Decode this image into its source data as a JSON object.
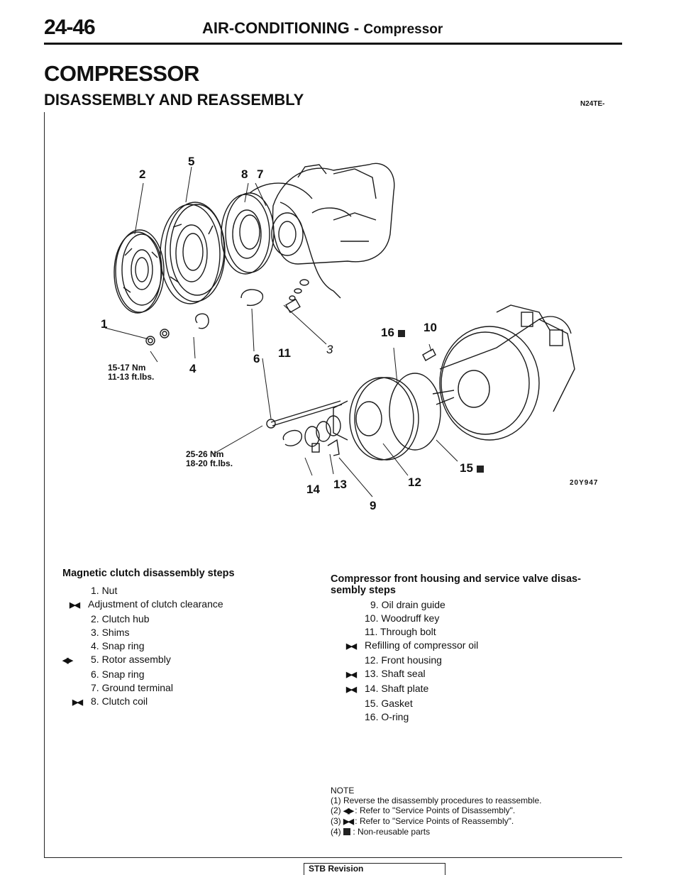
{
  "header": {
    "page_number": "24-46",
    "section": "AIR-CONDITIONING",
    "separator": "-",
    "subsection": "Compressor"
  },
  "title": "COMPRESSOR",
  "subtitle": "DISASSEMBLY AND REASSEMBLY",
  "code": "N24TE-",
  "figure": {
    "code": "20Y947",
    "callouts": {
      "c1": "1",
      "c2": "2",
      "c3": "3",
      "c4": "4",
      "c5": "5",
      "c6": "6",
      "c7": "7",
      "c8": "8",
      "c9": "9",
      "c10": "10",
      "c11": "11",
      "c12": "12",
      "c13": "13",
      "c14": "14",
      "c15": "15",
      "c16": "16"
    },
    "torque1": {
      "nm": "15-17 Nm",
      "ftlbs": "11-13 ft.lbs."
    },
    "torque2": {
      "nm": "25-26 Nm",
      "ftlbs": "18-20 ft.lbs."
    }
  },
  "magnetic": {
    "heading": "Magnetic clutch disassembly steps",
    "steps": [
      {
        "mark": "",
        "text": "1. Nut"
      },
      {
        "mark": "▶◀",
        "text": "Adjustment of clutch clearance"
      },
      {
        "mark": "",
        "text": "2. Clutch hub"
      },
      {
        "mark": "",
        "text": "3. Shims"
      },
      {
        "mark": "",
        "text": "4. Snap ring"
      },
      {
        "mark": "◀▶",
        "text": "5. Rotor assembly"
      },
      {
        "mark": "",
        "text": "6. Snap ring"
      },
      {
        "mark": "",
        "text": "7. Ground terminal"
      },
      {
        "mark": "▶◀",
        "text": "8. Clutch coil"
      }
    ]
  },
  "compressor": {
    "heading_line1": "Compressor front housing and service valve disas-",
    "heading_line2": "sembly steps",
    "steps": [
      {
        "mark": "",
        "text": "9. Oil drain guide"
      },
      {
        "mark": "",
        "text": "10. Woodruff key"
      },
      {
        "mark": "",
        "text": "11. Through bolt"
      },
      {
        "mark": "▶◀",
        "text": "Refilling of compressor oil"
      },
      {
        "mark": "",
        "text": "12. Front housing"
      },
      {
        "mark": "▶◀",
        "text": "13. Shaft seal"
      },
      {
        "mark": "▶◀",
        "text": "14. Shaft plate"
      },
      {
        "mark": "",
        "text": "15. Gasket"
      },
      {
        "mark": "",
        "text": "16. O-ring"
      }
    ]
  },
  "note": {
    "title": "NOTE",
    "l1": "(1) Reverse the disassembly procedures to reassemble.",
    "l2_num": "(2)",
    "l2_mark": "◀▶",
    "l2_text": ": Refer to \"Service Points of Disassembly\".",
    "l3_num": "(3)",
    "l3_mark": "▶◀",
    "l3_text": ": Refer to \"Service Points of Reassembly\".",
    "l4_num": "(4)",
    "l4_text": ": Non-reusable parts"
  },
  "footer": "STB Revision"
}
